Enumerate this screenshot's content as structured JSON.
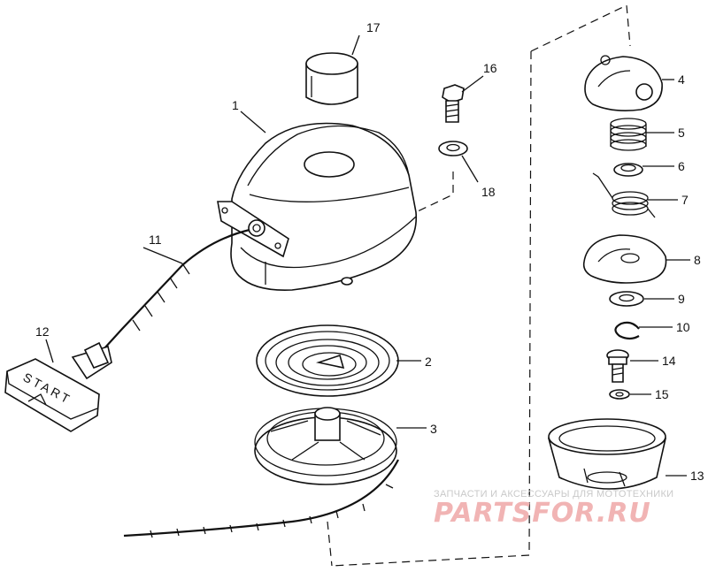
{
  "callouts": {
    "p1": "1",
    "p2": "2",
    "p3": "3",
    "p4": "4",
    "p5": "5",
    "p6": "6",
    "p7": "7",
    "p8": "8",
    "p9": "9",
    "p10": "10",
    "p11": "11",
    "p12": "12",
    "p13": "13",
    "p14": "14",
    "p15": "15",
    "p16": "16",
    "p17": "17",
    "p18": "18"
  },
  "handle_label": "START",
  "watermark": {
    "caption": "ЗАПЧАСТИ И АКСЕССУАРЫ ДЛЯ МОТОТЕХНИКИ",
    "logo": "PARTSFOR.RU"
  },
  "colors": {
    "line": "#111111",
    "watermark_caption": "#c9c9c9",
    "watermark_logo": "#f1b4b4"
  }
}
